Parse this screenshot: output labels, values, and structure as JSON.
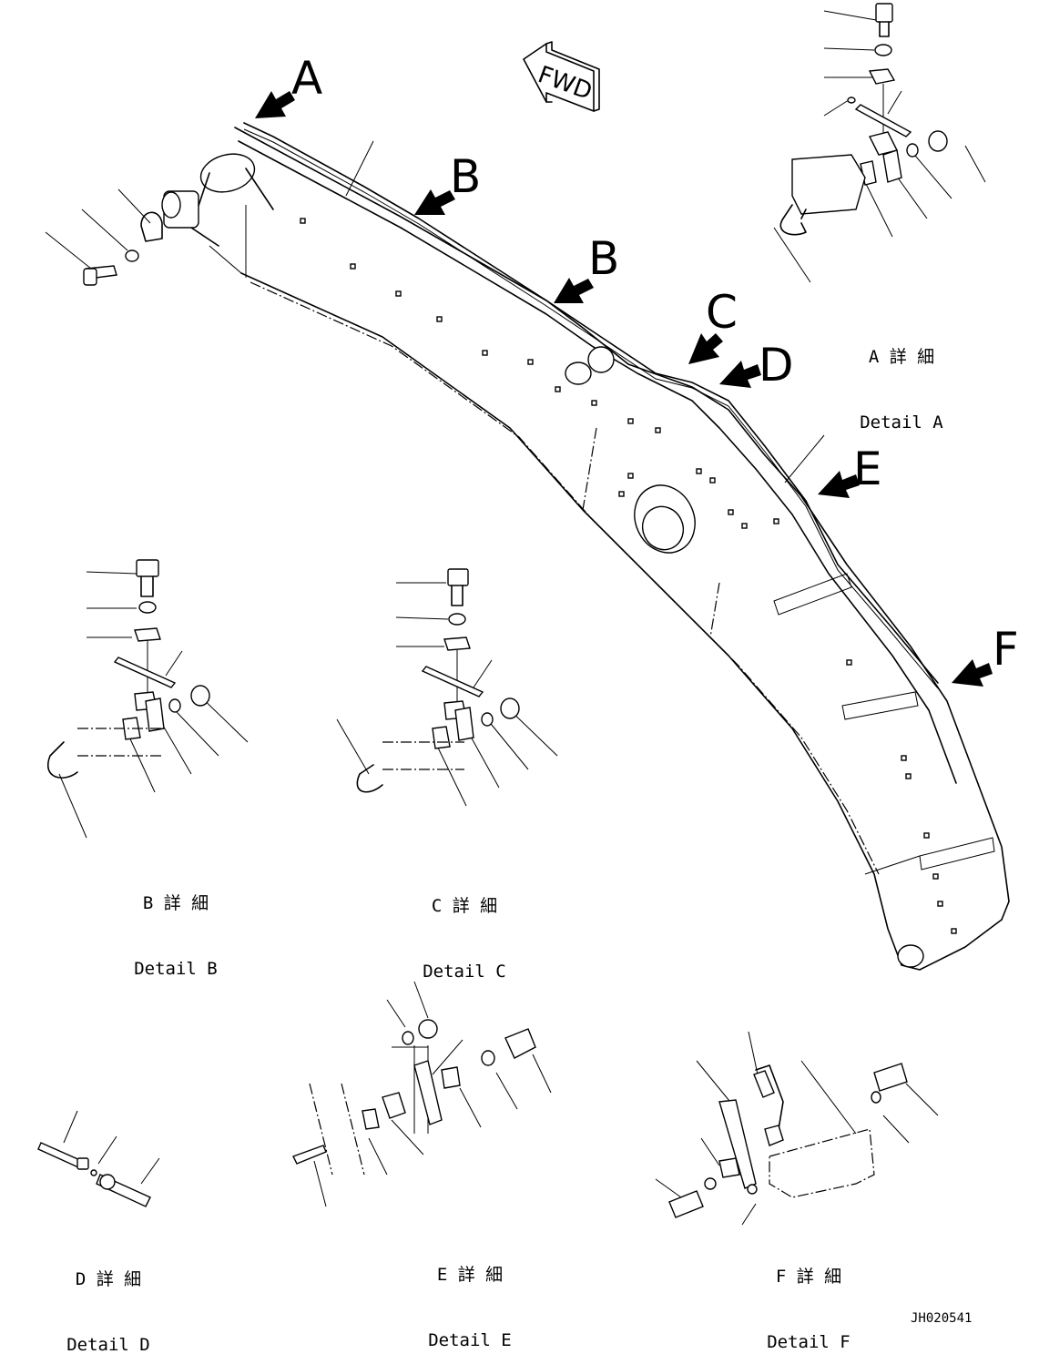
{
  "fwd_label": "FWD",
  "detail_letters": [
    "A",
    "B",
    "B",
    "C",
    "D",
    "E",
    "F"
  ],
  "details": {
    "a": {
      "jp": "A 詳 細",
      "en": "Detail A"
    },
    "b": {
      "jp": "B 詳 細",
      "en": "Detail B"
    },
    "c": {
      "jp": "C 詳 細",
      "en": "Detail C"
    },
    "d": {
      "jp": "D 詳 細",
      "en": "Detail D"
    },
    "e": {
      "jp": "E 詳 細",
      "en": "Detail E"
    },
    "f": {
      "jp": "F 詳 細",
      "en": "Detail F"
    }
  },
  "drawing_code": "JH020541"
}
